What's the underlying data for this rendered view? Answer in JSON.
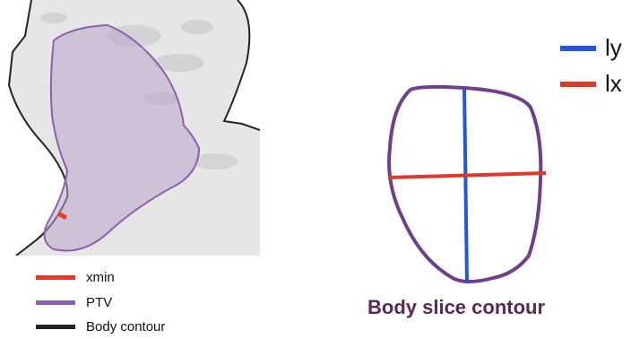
{
  "colors": {
    "xmin": "#e8382a",
    "ptv": "#8e5fb0",
    "ptv_fill": "#b9a6c8",
    "body": "#222222",
    "ly": "#2356e0",
    "lx": "#dc3a2c",
    "slice_outline": "#6f3f8c",
    "caption": "#5a2a52"
  },
  "left_legend": [
    {
      "label": "xmin",
      "color": "#e8382a"
    },
    {
      "label": "PTV",
      "color": "#8e5fb0"
    },
    {
      "label": "Body contour",
      "color": "#222222"
    }
  ],
  "right_legend": [
    {
      "label": "ly",
      "color": "#2356e0"
    },
    {
      "label": "lx",
      "color": "#dc3a2c"
    }
  ],
  "caption": "Body slice contour"
}
